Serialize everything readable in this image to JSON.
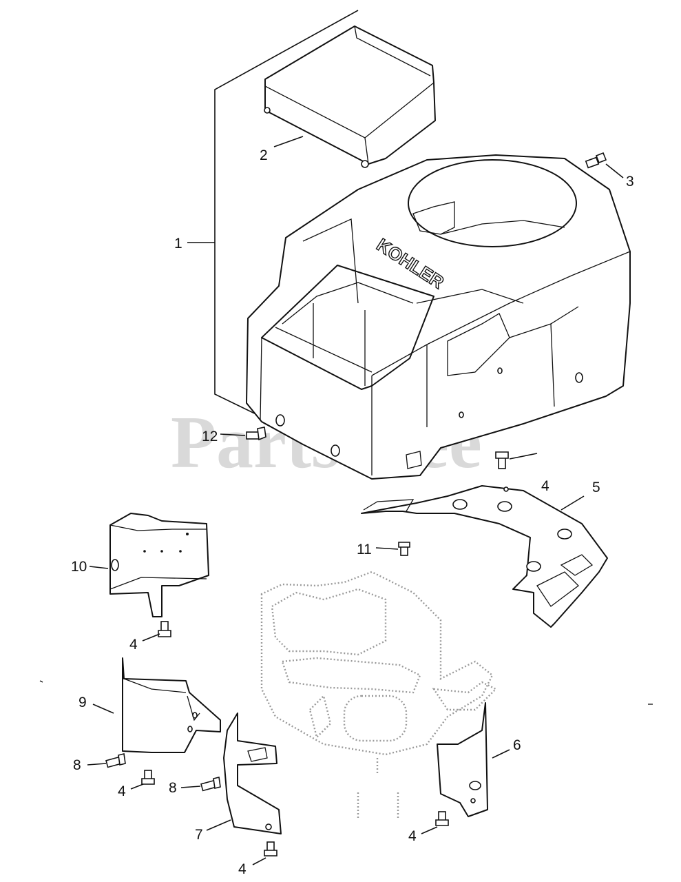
{
  "watermark": {
    "text": "PartsTree",
    "trademark": "™"
  },
  "brand_logo": "KOHLER",
  "callouts": [
    {
      "id": "c1",
      "label": "1"
    },
    {
      "id": "c2",
      "label": "2"
    },
    {
      "id": "c3",
      "label": "3"
    },
    {
      "id": "c12",
      "label": "12"
    },
    {
      "id": "c4a",
      "label": "4"
    },
    {
      "id": "c5",
      "label": "5"
    },
    {
      "id": "c11",
      "label": "11"
    },
    {
      "id": "c10",
      "label": "10"
    },
    {
      "id": "c4b",
      "label": "4"
    },
    {
      "id": "c9",
      "label": "9"
    },
    {
      "id": "c8a",
      "label": "8"
    },
    {
      "id": "c4c",
      "label": "4"
    },
    {
      "id": "c8b",
      "label": "8"
    },
    {
      "id": "c7",
      "label": "7"
    },
    {
      "id": "c4d",
      "label": "4"
    },
    {
      "id": "c6",
      "label": "6"
    },
    {
      "id": "c4e",
      "label": "4"
    }
  ]
}
